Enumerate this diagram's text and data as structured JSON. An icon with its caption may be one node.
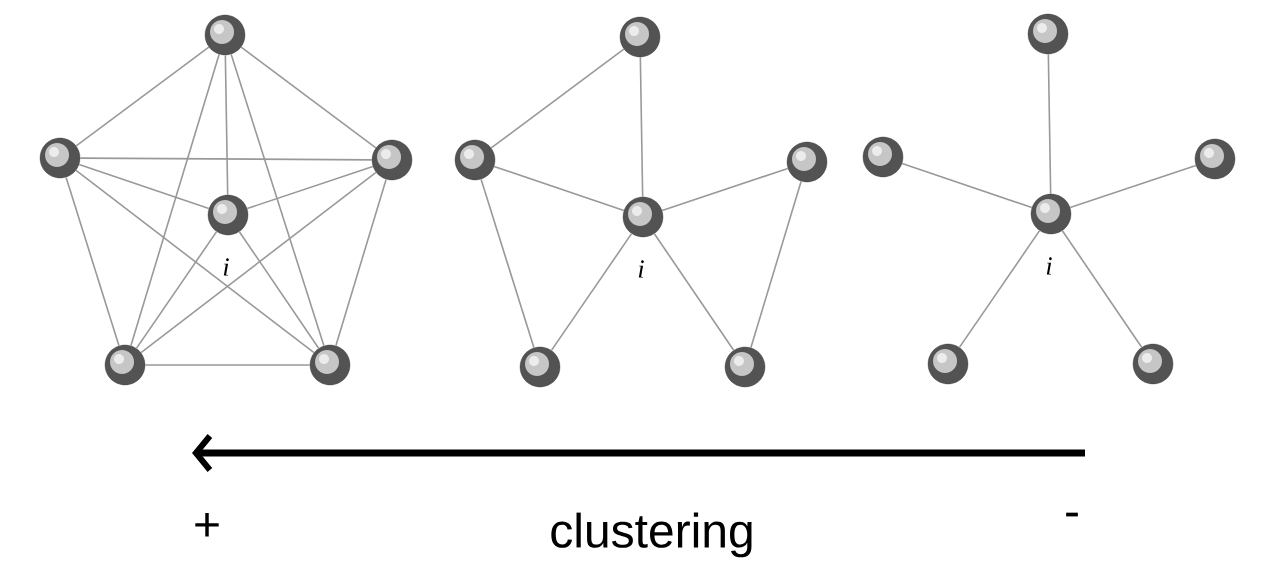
{
  "diagram": {
    "nodes": [
      {
        "text": [],
        "shape": "circle"
      },
      {
        "text": [],
        "shape": "circle"
      },
      {
        "text": [],
        "shape": "circle"
      },
      {
        "text": [],
        "shape": "circle",
        "beside": [
          "i"
        ]
      },
      {
        "text": [],
        "shape": "circle"
      },
      {
        "text": [],
        "shape": "circle"
      },
      {
        "text": [],
        "shape": "circle"
      },
      {
        "text": [],
        "shape": "circle"
      },
      {
        "text": [],
        "shape": "circle"
      },
      {
        "text": [],
        "shape": "circle",
        "beside": [
          "i"
        ]
      },
      {
        "text": [],
        "shape": "circle"
      },
      {
        "text": [],
        "shape": "circle"
      },
      {
        "text": [],
        "shape": "circle"
      },
      {
        "text": [],
        "shape": "circle"
      },
      {
        "text": [],
        "shape": "circle"
      },
      {
        "text": [],
        "shape": "circle",
        "beside": [
          "i"
        ]
      },
      {
        "text": [],
        "shape": "circle"
      },
      {
        "text": [],
        "shape": "circle"
      }
    ],
    "edges": [
      {
        "from": 0,
        "to": 1,
        "arrow": "none"
      },
      {
        "from": 0,
        "to": 2,
        "arrow": "none"
      },
      {
        "from": 0,
        "to": 3,
        "arrow": "none"
      },
      {
        "from": 0,
        "to": 4,
        "arrow": "none"
      },
      {
        "from": 0,
        "to": 5,
        "arrow": "none"
      },
      {
        "from": 1,
        "to": 2,
        "arrow": "none"
      },
      {
        "from": 1,
        "to": 3,
        "arrow": "none"
      },
      {
        "from": 1,
        "to": 4,
        "arrow": "none"
      },
      {
        "from": 1,
        "to": 5,
        "arrow": "none"
      },
      {
        "from": 2,
        "to": 3,
        "arrow": "none"
      },
      {
        "from": 2,
        "to": 4,
        "arrow": "none"
      },
      {
        "from": 2,
        "to": 5,
        "arrow": "none"
      },
      {
        "from": 3,
        "to": 4,
        "arrow": "none"
      },
      {
        "from": 3,
        "to": 5,
        "arrow": "none"
      },
      {
        "from": 4,
        "to": 5,
        "arrow": "none"
      },
      {
        "from": 6,
        "to": 7,
        "arrow": "none"
      },
      {
        "from": 6,
        "to": 9,
        "arrow": "none"
      },
      {
        "from": 7,
        "to": 9,
        "arrow": "none"
      },
      {
        "from": 7,
        "to": 10,
        "arrow": "none"
      },
      {
        "from": 9,
        "to": 8,
        "arrow": "none"
      },
      {
        "from": 8,
        "to": 11,
        "arrow": "none"
      },
      {
        "from": 9,
        "to": 10,
        "arrow": "none"
      },
      {
        "from": 9,
        "to": 11,
        "arrow": "none"
      },
      {
        "from": 15,
        "to": 12,
        "arrow": "none"
      },
      {
        "from": 15,
        "to": 13,
        "arrow": "none"
      },
      {
        "from": 15,
        "to": 14,
        "arrow": "none"
      },
      {
        "from": 15,
        "to": 16,
        "arrow": "none"
      },
      {
        "from": 15,
        "to": 17,
        "arrow": "none"
      }
    ],
    "labels": [
      "+",
      "clustering",
      "-"
    ]
  }
}
